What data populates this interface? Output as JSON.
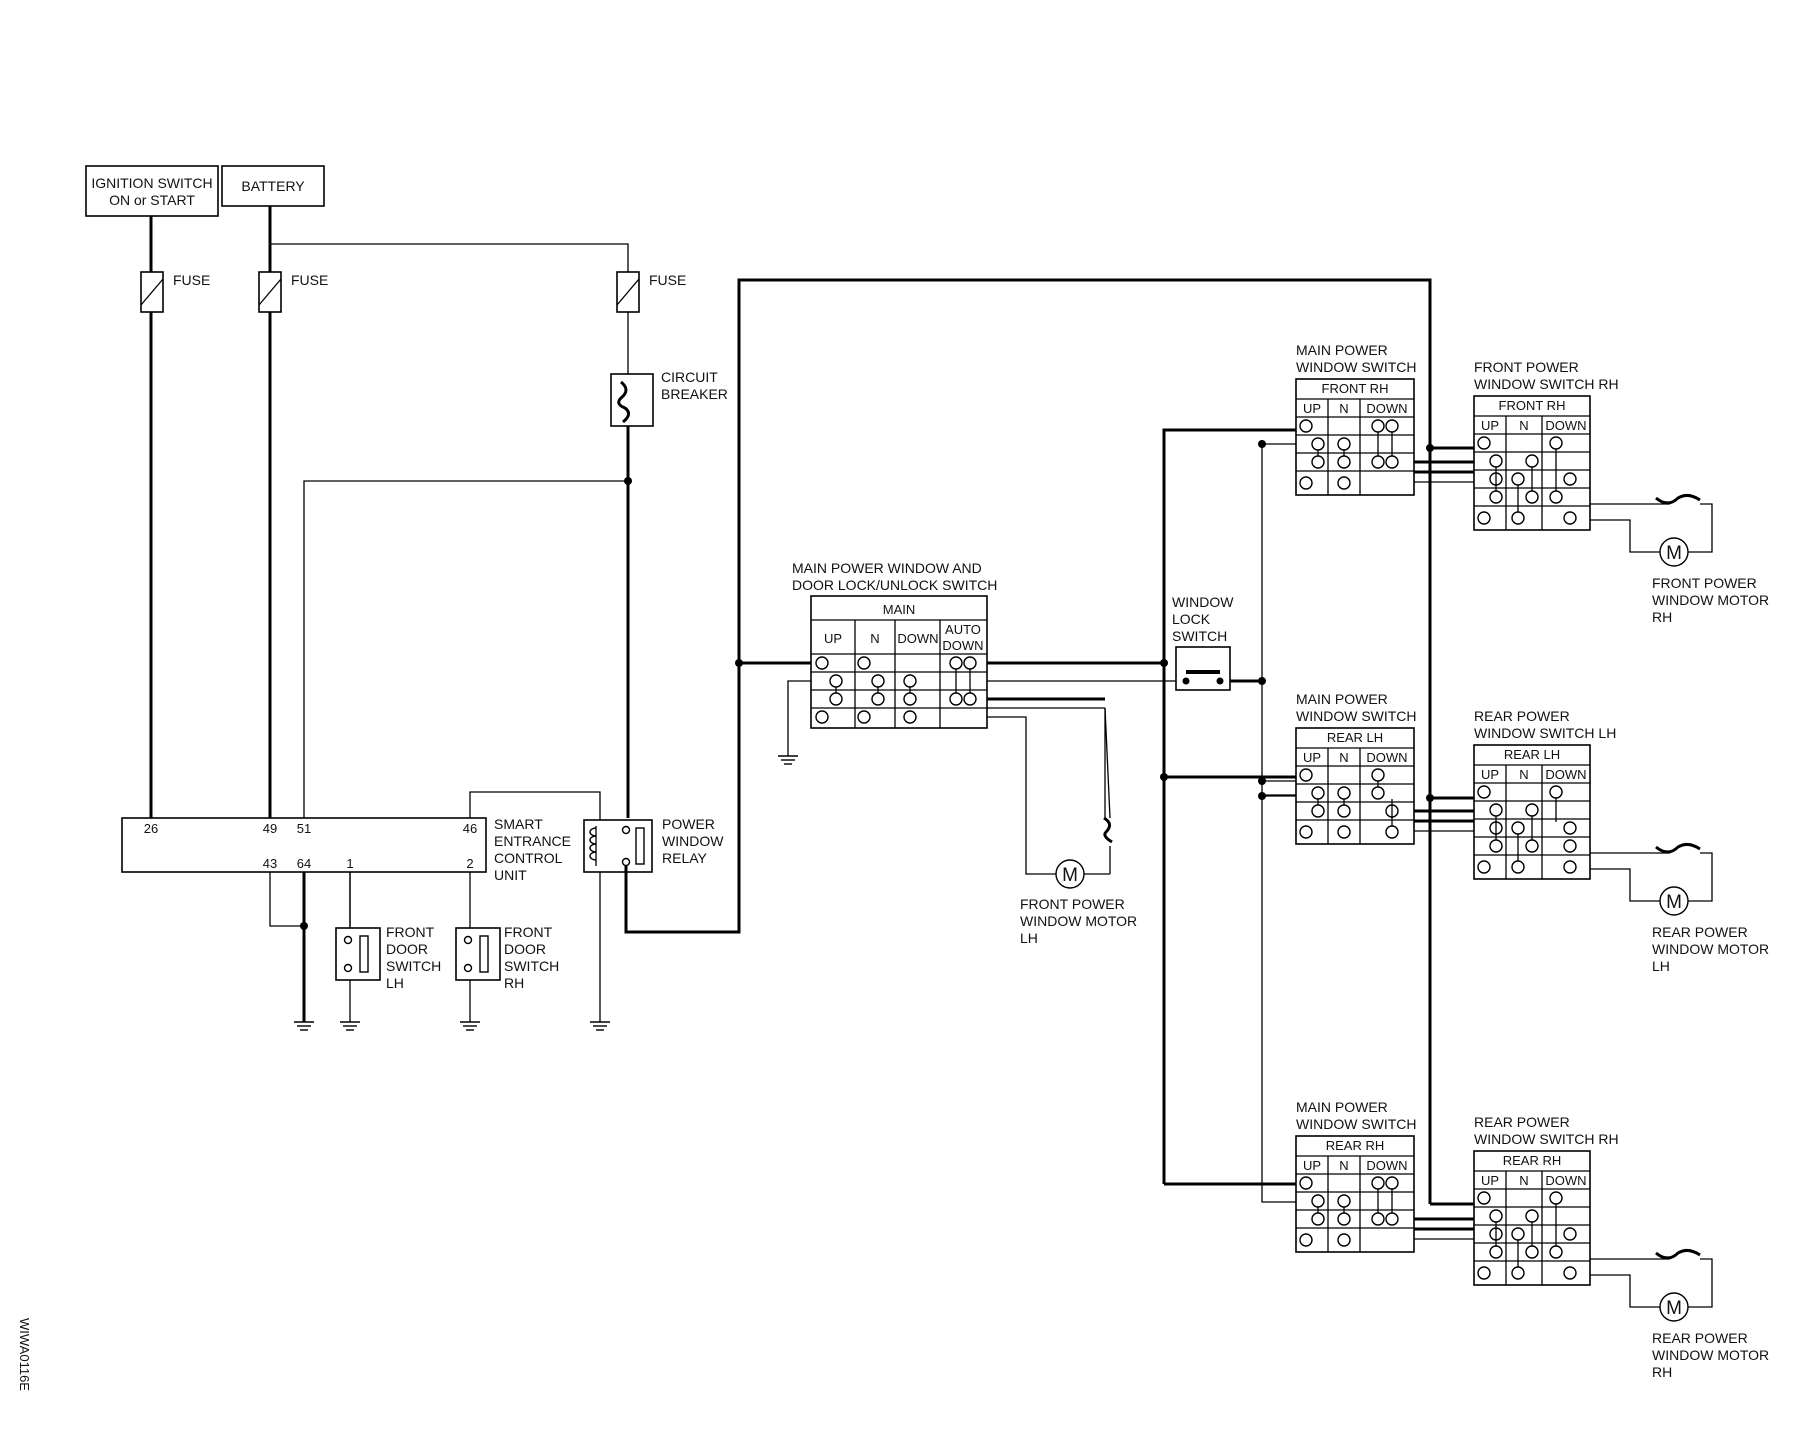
{
  "power_sources": {
    "ignition_switch": [
      "IGNITION SWITCH",
      "ON or START"
    ],
    "battery": "BATTERY"
  },
  "fuse_label": "FUSE",
  "circuit_breaker": [
    "CIRCUIT",
    "BREAKER"
  ],
  "control_unit": {
    "label": [
      "SMART",
      "ENTRANCE",
      "CONTROL",
      "UNIT"
    ],
    "pins_top": [
      "26",
      "49",
      "51",
      "46"
    ],
    "pins_bottom": [
      "43",
      "64",
      "1",
      "2"
    ]
  },
  "relay": [
    "POWER",
    "WINDOW",
    "RELAY"
  ],
  "front_door_switch_lh": [
    "FRONT",
    "DOOR",
    "SWITCH",
    "LH"
  ],
  "front_door_switch_rh": [
    "FRONT",
    "DOOR",
    "SWITCH",
    "RH"
  ],
  "main_switch": {
    "title": [
      "MAIN POWER WINDOW AND",
      "DOOR LOCK/UNLOCK SWITCH"
    ],
    "header": "MAIN",
    "columns": [
      "UP",
      "N",
      "DOWN",
      "AUTO",
      "DOWN"
    ]
  },
  "front_motor_lh": [
    "FRONT POWER",
    "WINDOW MOTOR",
    "LH"
  ],
  "window_lock_switch": [
    "WINDOW",
    "LOCK",
    "SWITCH"
  ],
  "motor_symbol": "M",
  "sub_switches": [
    {
      "title": [
        "MAIN POWER",
        "WINDOW SWITCH"
      ],
      "header": "FRONT RH"
    },
    {
      "title": [
        "MAIN POWER",
        "WINDOW SWITCH"
      ],
      "header": "REAR LH"
    },
    {
      "title": [
        "MAIN POWER",
        "WINDOW SWITCH"
      ],
      "header": "REAR RH"
    }
  ],
  "door_switches": [
    {
      "title": [
        "FRONT POWER",
        "WINDOW SWITCH RH"
      ],
      "header": "FRONT RH"
    },
    {
      "title": [
        "REAR POWER",
        "WINDOW SWITCH LH"
      ],
      "header": "REAR LH"
    },
    {
      "title": [
        "REAR POWER",
        "WINDOW SWITCH RH"
      ],
      "header": "REAR RH"
    }
  ],
  "column_labels": [
    "UP",
    "N",
    "DOWN"
  ],
  "door_motors": [
    [
      "FRONT POWER",
      "WINDOW MOTOR",
      "RH"
    ],
    [
      "REAR POWER",
      "WINDOW MOTOR",
      "LH"
    ],
    [
      "REAR POWER",
      "WINDOW MOTOR",
      "RH"
    ]
  ],
  "diagram_code": "WIWA0116E"
}
